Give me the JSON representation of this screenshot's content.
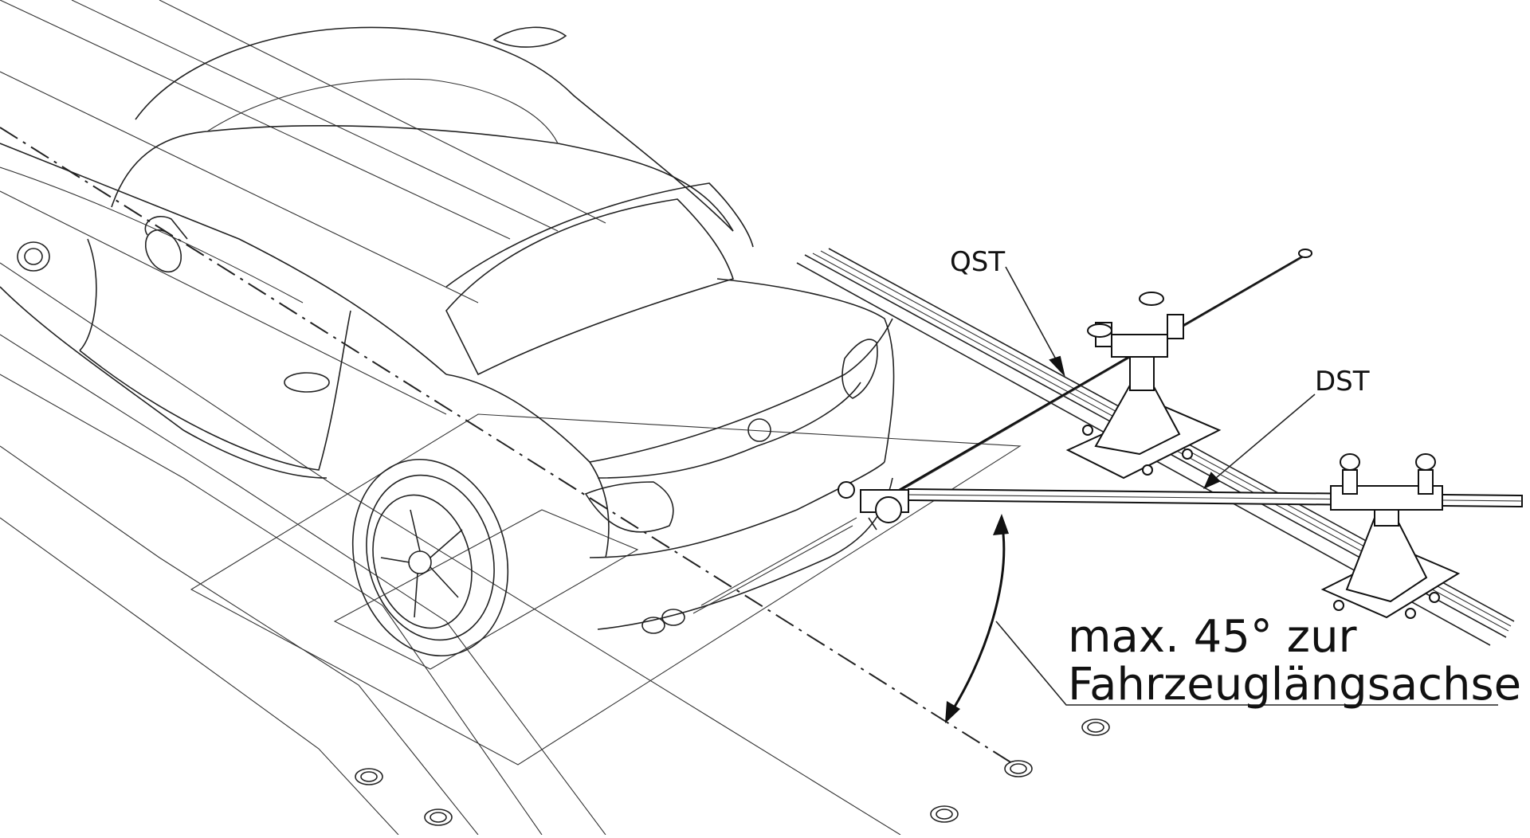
{
  "labels": {
    "qst": "QST",
    "dst": "DST",
    "angle_line1": "max. 45° zur",
    "angle_line2": "Fahrzeuglängsachse"
  },
  "colors": {
    "line": "#111111",
    "background": "#ffffff"
  }
}
